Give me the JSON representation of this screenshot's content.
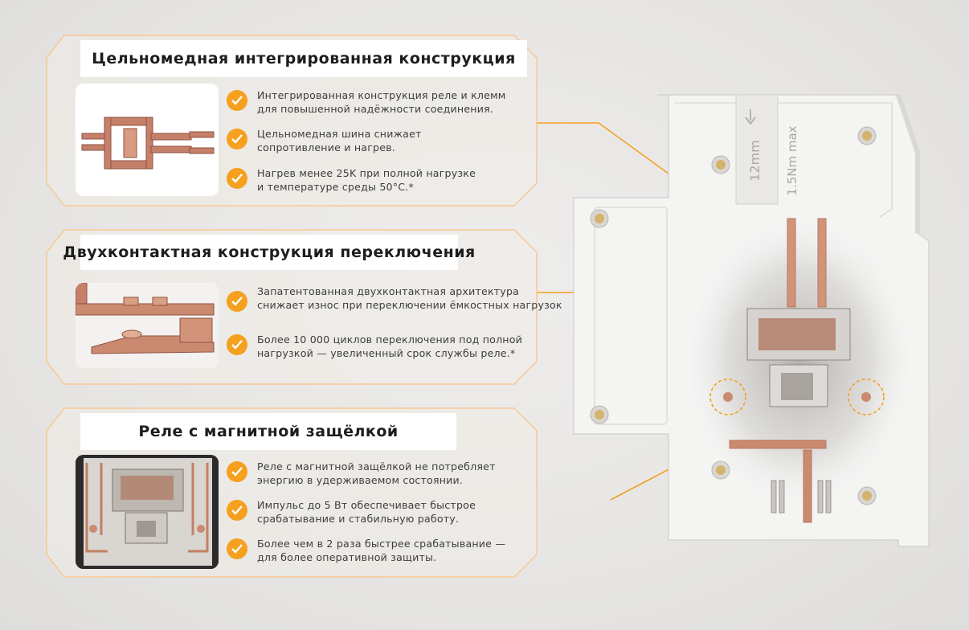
{
  "colors": {
    "accent": "#f5a01e",
    "copper": "#c9866a",
    "background": "#e9e8e6"
  },
  "sections": [
    {
      "title": "Цельномедная интегрированная конструкция",
      "icon": "copper-busbar-image",
      "bullets": [
        [
          "Интегрированная конструкция реле и клемм",
          "для повышенной надёжности соединения."
        ],
        [
          "Цельномедная шина снижает",
          "сопротивление и нагрев."
        ],
        [
          "Нагрев менее 25K при полной нагрузке",
          "и температуре среды 50°C.*"
        ]
      ]
    },
    {
      "title": "Двухконтактная конструкция переключения",
      "icon": "dual-contact-image",
      "bullets": [
        [
          "Запатентованная двухконтактная архитектура",
          "снижает износ при переключении ёмкостных нагрузок"
        ],
        [
          "Более 10 000 циклов переключения под полной",
          "нагрузкой — увеличенный срок службы реле.*"
        ]
      ]
    },
    {
      "title": "Реле с магнитной защёлкой",
      "icon": "latching-relay-image",
      "bullets": [
        [
          "Реле с магнитной защёлкой не потребляет",
          "энергию в удерживаемом состоянии."
        ],
        [
          "Импульс до 5 Вт обеспечивает быстрое",
          "срабатывание и стабильную работу."
        ],
        [
          "Более чем в 2 раза быстрее срабатывание —",
          "для более оперативной защиты."
        ]
      ]
    }
  ],
  "device": {
    "strip_label": "12mm",
    "torque_label": "1.5Nm max"
  }
}
